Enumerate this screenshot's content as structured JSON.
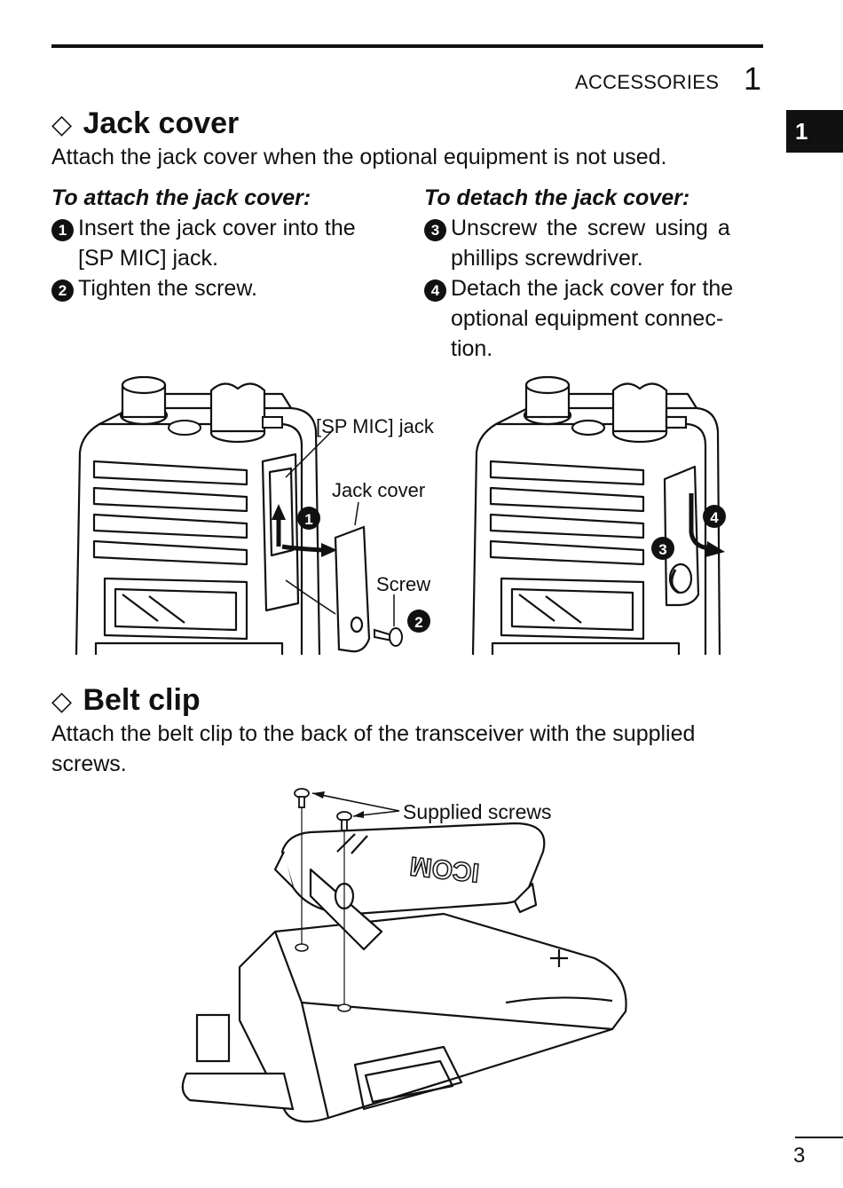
{
  "header": {
    "section": "ACCESSORIES",
    "chapter_number": "1"
  },
  "side_tab": "1",
  "jack_cover": {
    "title": "Jack cover",
    "intro": "Attach the jack cover when the optional equipment is not used.",
    "attach": {
      "heading": "To attach the jack cover:",
      "steps": [
        {
          "num": "1",
          "lines": [
            "Insert the jack cover into the",
            "[SP MIC] jack."
          ]
        },
        {
          "num": "2",
          "lines": [
            "Tighten the screw."
          ]
        }
      ]
    },
    "detach": {
      "heading": "To detach the jack cover:",
      "steps": [
        {
          "num": "3",
          "lines": [
            "Unscrew the screw using a",
            "phillips screwdriver."
          ]
        },
        {
          "num": "4",
          "lines": [
            "Detach the jack cover for the",
            "optional equipment connec-",
            "tion."
          ]
        }
      ]
    },
    "figure_left": {
      "label_sp_mic": "[SP MIC] jack",
      "label_jack_cover": "Jack cover",
      "label_screw": "Screw",
      "marker_1": "1",
      "marker_2": "2"
    },
    "figure_right": {
      "marker_3": "3",
      "marker_4": "4"
    }
  },
  "belt_clip": {
    "title": "Belt clip",
    "intro_line1": "Attach the belt clip to the back of the transceiver with the supplied",
    "intro_line2": "screws.",
    "figure": {
      "label_screws": "Supplied screws",
      "clip_brand": "ICOM"
    }
  },
  "page_number": "3"
}
